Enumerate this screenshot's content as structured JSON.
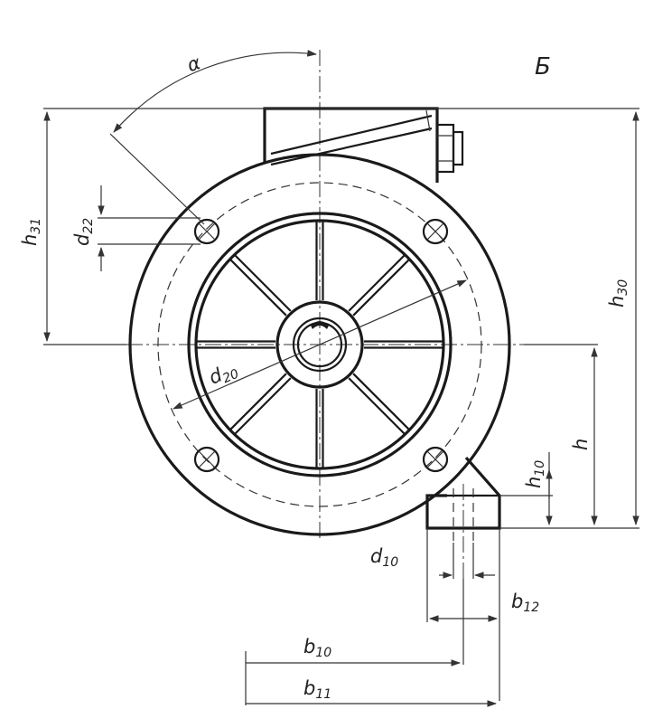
{
  "view_label": "Б",
  "labels": {
    "alpha": "α",
    "d20": {
      "main": "d",
      "sub": "20"
    },
    "d22": {
      "main": "d",
      "sub": "22"
    },
    "d10": {
      "main": "d",
      "sub": "10"
    },
    "h": "h",
    "h10": {
      "main": "h",
      "sub": "10"
    },
    "h30": {
      "main": "h",
      "sub": "30"
    },
    "h31": {
      "main": "h",
      "sub": "31"
    },
    "b10": {
      "main": "b",
      "sub": "10"
    },
    "b11": {
      "main": "b",
      "sub": "11"
    },
    "b12": {
      "main": "b",
      "sub": "12"
    }
  }
}
